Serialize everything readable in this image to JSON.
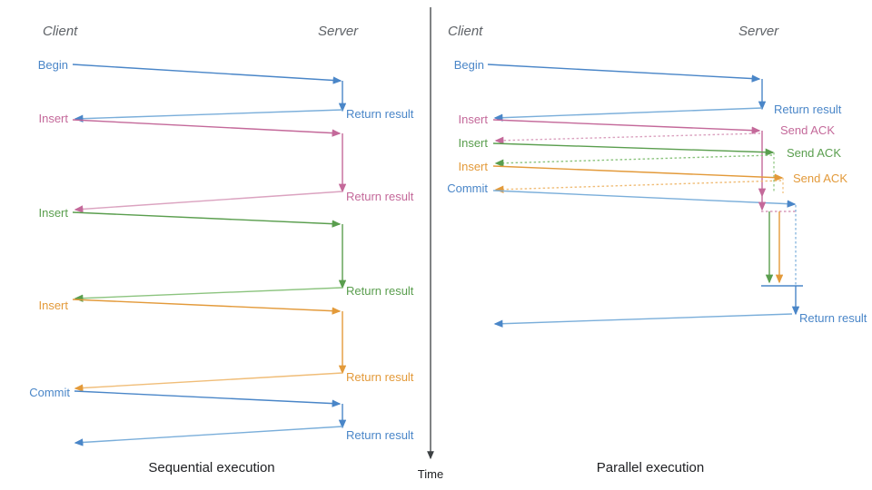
{
  "colors": {
    "blue": "#4a86c8",
    "blue_light": "#7aaeda",
    "pink": "#c4699a",
    "pink_light": "#dba3c0",
    "green": "#5a9e4e",
    "green_light": "#8cc47f",
    "orange": "#e39a3a",
    "orange_light": "#f0bd78",
    "gray": "#5f6368",
    "black": "#202124",
    "axis": "#3c4043"
  },
  "panels": [
    {
      "id": "sequential",
      "caption": "Sequential execution",
      "lanes": {
        "client": "Client",
        "server": "Server"
      },
      "client_labels": [
        {
          "text": "Begin",
          "color": "blue"
        },
        {
          "text": "Insert",
          "color": "pink"
        },
        {
          "text": "Insert",
          "color": "green"
        },
        {
          "text": "Insert",
          "color": "orange"
        },
        {
          "text": "Commit",
          "color": "blue"
        }
      ],
      "server_labels": [
        {
          "text": "Return result",
          "color": "blue"
        },
        {
          "text": "Return result",
          "color": "pink"
        },
        {
          "text": "Return result",
          "color": "green"
        },
        {
          "text": "Return result",
          "color": "orange"
        },
        {
          "text": "Return result",
          "color": "blue"
        }
      ]
    },
    {
      "id": "parallel",
      "caption": "Parallel execution",
      "lanes": {
        "client": "Client",
        "server": "Server"
      },
      "client_labels": [
        {
          "text": "Begin",
          "color": "blue"
        },
        {
          "text": "Insert",
          "color": "pink"
        },
        {
          "text": "Insert",
          "color": "green"
        },
        {
          "text": "Insert",
          "color": "orange"
        },
        {
          "text": "Commit",
          "color": "blue"
        }
      ],
      "server_labels": [
        {
          "text": "Return result",
          "color": "blue"
        },
        {
          "text": "Send ACK",
          "color": "pink"
        },
        {
          "text": "Send ACK",
          "color": "green"
        },
        {
          "text": "Send ACK",
          "color": "orange"
        },
        {
          "text": "Return result",
          "color": "blue"
        }
      ]
    }
  ],
  "time_axis": {
    "label": "Time"
  },
  "chart_data": {
    "type": "sequence-diagram",
    "title": "Sequential vs Parallel execution",
    "panels": [
      {
        "name": "Sequential execution",
        "actors": [
          "Client",
          "Server"
        ],
        "messages": [
          {
            "from": "Client",
            "to": "Server",
            "label": "Begin",
            "color": "blue",
            "style": "solid"
          },
          {
            "from": "Server",
            "to": "Client",
            "label": "Return result",
            "color": "blue",
            "style": "solid"
          },
          {
            "from": "Client",
            "to": "Server",
            "label": "Insert",
            "color": "pink",
            "style": "solid"
          },
          {
            "from": "Server",
            "to": "Client",
            "label": "Return result",
            "color": "pink",
            "style": "solid"
          },
          {
            "from": "Client",
            "to": "Server",
            "label": "Insert",
            "color": "green",
            "style": "solid"
          },
          {
            "from": "Server",
            "to": "Client",
            "label": "Return result",
            "color": "green",
            "style": "solid"
          },
          {
            "from": "Client",
            "to": "Server",
            "label": "Insert",
            "color": "orange",
            "style": "solid"
          },
          {
            "from": "Server",
            "to": "Client",
            "label": "Return result",
            "color": "orange",
            "style": "solid"
          },
          {
            "from": "Client",
            "to": "Server",
            "label": "Commit",
            "color": "blue",
            "style": "solid"
          },
          {
            "from": "Server",
            "to": "Client",
            "label": "Return result",
            "color": "blue",
            "style": "solid"
          }
        ]
      },
      {
        "name": "Parallel execution",
        "actors": [
          "Client",
          "Server"
        ],
        "messages": [
          {
            "from": "Client",
            "to": "Server",
            "label": "Begin",
            "color": "blue",
            "style": "solid"
          },
          {
            "from": "Server",
            "to": "Client",
            "label": "Return result",
            "color": "blue",
            "style": "solid"
          },
          {
            "from": "Client",
            "to": "Server",
            "label": "Insert",
            "color": "pink",
            "style": "solid"
          },
          {
            "from": "Server",
            "to": "Client",
            "label": "Send ACK",
            "color": "pink",
            "style": "dotted"
          },
          {
            "from": "Client",
            "to": "Server",
            "label": "Insert",
            "color": "green",
            "style": "solid"
          },
          {
            "from": "Server",
            "to": "Client",
            "label": "Send ACK",
            "color": "green",
            "style": "dotted"
          },
          {
            "from": "Client",
            "to": "Server",
            "label": "Insert",
            "color": "orange",
            "style": "solid"
          },
          {
            "from": "Server",
            "to": "Client",
            "label": "Send ACK",
            "color": "orange",
            "style": "dotted"
          },
          {
            "from": "Client",
            "to": "Server",
            "label": "Commit",
            "color": "blue",
            "style": "solid"
          },
          {
            "from": "Server",
            "to": "Client",
            "label": "Return result",
            "color": "blue",
            "style": "solid"
          }
        ]
      }
    ],
    "axis": {
      "orientation": "vertical",
      "label": "Time",
      "direction": "downward"
    }
  }
}
